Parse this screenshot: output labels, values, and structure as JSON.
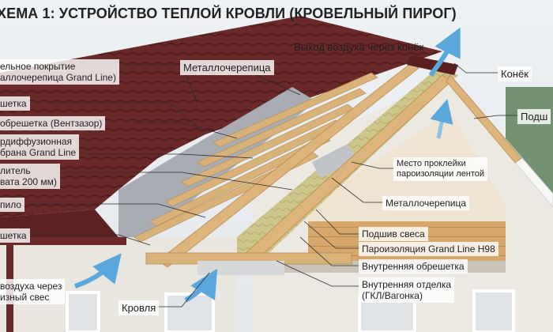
{
  "title": "ХЕМА 1: УСТРОЙСТВО ТЕПЛОЙ КРОВЛИ (КРОВЕЛЬНЫЙ ПИРОГ)",
  "labels": {
    "roofing_cover_1": "ельное покрытие",
    "roofing_cover_2": "аллочерепица Grand Line)",
    "batten": "шетка",
    "counter_batten": "обрешетка (Вентзазор)",
    "membrane_1": "рдиффузионная",
    "membrane_2": "брана Grand Line",
    "insulation_1": "литель",
    "insulation_2": "вата 200 мм)",
    "rafter": "пило",
    "batten_lower": "шетка",
    "air_inlet_1": "воздуха через",
    "air_inlet_2": "изный свес",
    "roof": "Кровля",
    "metal_tile_top": "Металлочерепица",
    "air_outlet": "Выход воздуха через конёк",
    "ridge": "Конёк",
    "soffit_right": "Подш",
    "vapor_tape_1": "Место проклейки",
    "vapor_tape_2": "пароизоляции лентой",
    "metal_tile_mid": "Металлочерепица",
    "soffit": "Подшив свеса",
    "vapor_barrier": "Пароизоляция Grand Line H98",
    "inner_batten": "Внутренняя обрешетка",
    "inner_finish_1": "Внутренняя отделка",
    "inner_finish_2": "(ГКЛ/Вагонка)"
  },
  "colors": {
    "roof_tile": "#6b2a2a",
    "insulation": "#cdc58a",
    "timber": "#d9b27a",
    "membrane": "#a9adb3",
    "wall": "#e9e6e0",
    "air_arrow": "#5aa7dc"
  }
}
